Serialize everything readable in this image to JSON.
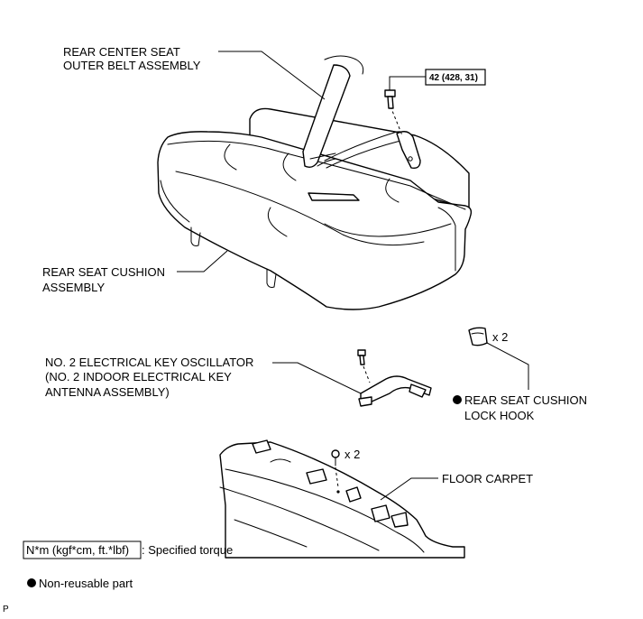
{
  "labels": {
    "belt_line1": "REAR CENTER SEAT",
    "belt_line2": "OUTER BELT ASSEMBLY",
    "torque_box": "42 (428, 31)",
    "cushion_line1": "REAR SEAT CUSHION",
    "cushion_line2": "ASSEMBLY",
    "osc_line1": "NO. 2 ELECTRICAL KEY OSCILLATOR",
    "osc_line2": "(NO. 2 INDOOR ELECTRICAL KEY",
    "osc_line3": "ANTENNA ASSEMBLY)",
    "hook_qty": "x 2",
    "hook_line1": "REAR SEAT CUSHION",
    "hook_line2": "LOCK HOOK",
    "clip_qty": "x 2",
    "floor_carpet": "FLOOR CARPET"
  },
  "legend": {
    "torque_unit": "N*m (kgf*cm, ft.*lbf)",
    "torque_desc": ": Specified torque",
    "nonreusable_desc": "Non-reusable part"
  },
  "corner_code": "P"
}
